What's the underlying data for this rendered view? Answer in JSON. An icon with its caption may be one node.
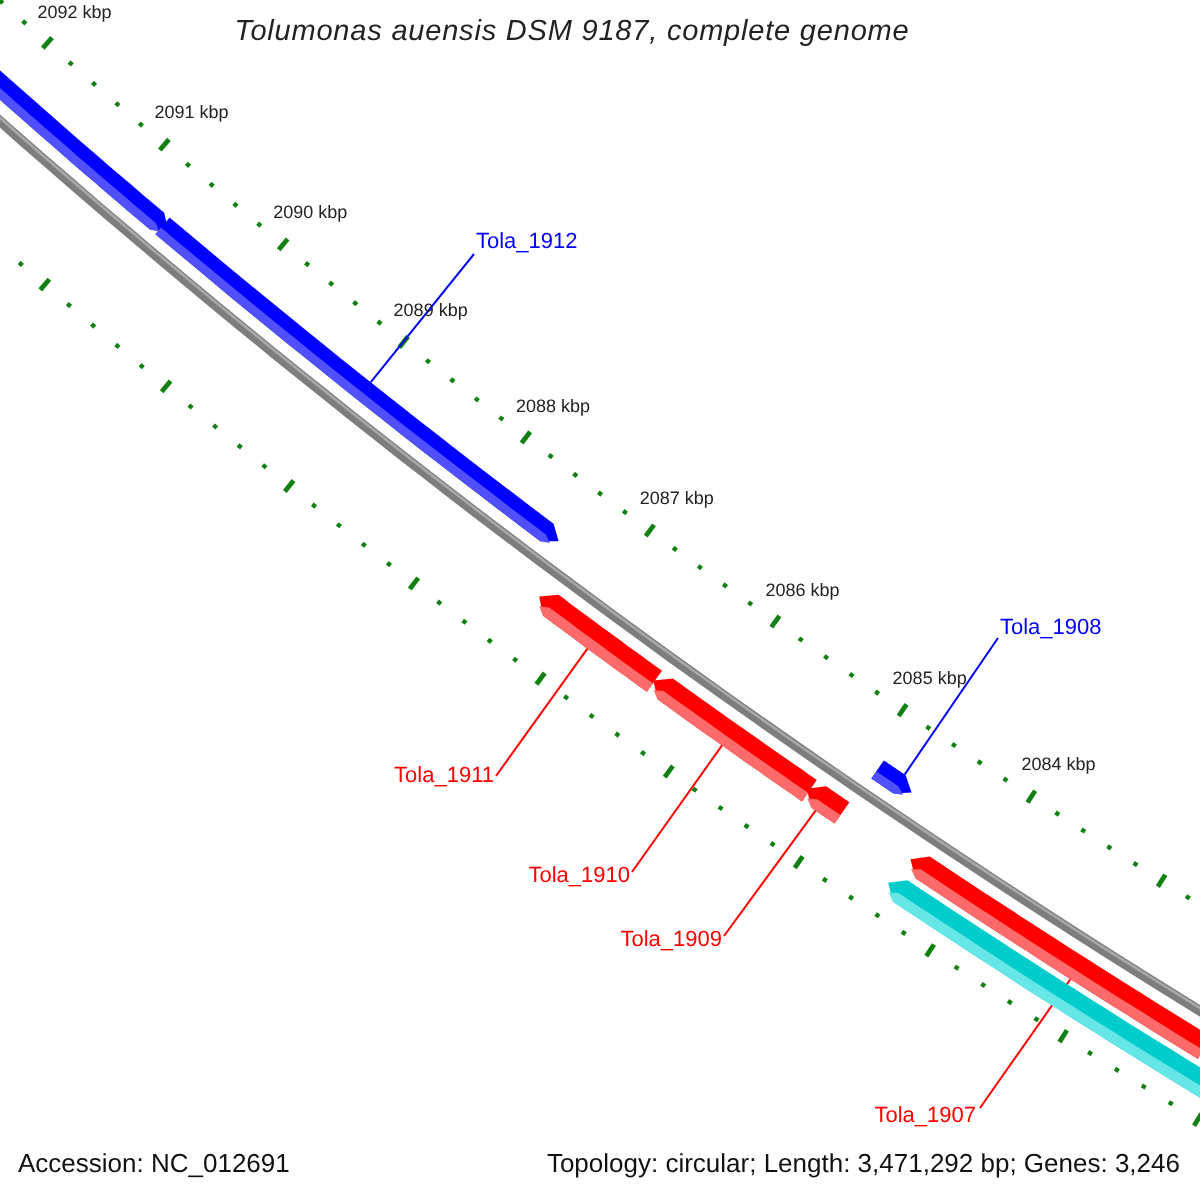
{
  "diagram": {
    "title": "Tolumonas auensis DSM 9187, complete genome",
    "nodes": [
      {
        "text": [],
        "shape": "arrow"
      },
      {
        "text": [],
        "shape": "arrow"
      },
      {
        "text": [
          "Tola_1912"
        ]
      },
      {
        "text": [],
        "shape": "arrow"
      },
      {
        "text": [
          "Tola_1911"
        ]
      },
      {
        "text": [],
        "shape": "arrow"
      },
      {
        "text": [
          "Tola_1910"
        ]
      },
      {
        "text": [],
        "shape": "arrow"
      },
      {
        "text": [
          "Tola_1909"
        ]
      },
      {
        "text": [],
        "shape": "arrow"
      },
      {
        "text": [
          "Tola_1908"
        ]
      },
      {
        "text": [],
        "shape": "arrow"
      },
      {
        "text": [],
        "shape": "arrow"
      },
      {
        "text": [
          "Tola_1907"
        ]
      }
    ],
    "edges": [
      {
        "from": 2,
        "to": 1,
        "arrow": "none",
        "color": "#0000ff"
      },
      {
        "from": 4,
        "to": 3,
        "arrow": "none"
      },
      {
        "from": 6,
        "to": 5,
        "arrow": "none"
      },
      {
        "from": 8,
        "to": 7,
        "arrow": "none"
      },
      {
        "from": 10,
        "to": 9,
        "arrow": "none",
        "color": "#0000ff"
      },
      {
        "from": 13,
        "to": 11,
        "arrow": "none"
      }
    ],
    "labels": [
      "2092 kbp",
      "2091 kbp",
      "2090 kbp",
      "2089 kbp",
      "2088 kbp",
      "2087 kbp",
      "2086 kbp",
      "2085 kbp",
      "2084 kbp",
      "Accession: NC_012691",
      "Topology: circular; Length: 3,471,292 bp; Genes: 3,246"
    ]
  }
}
